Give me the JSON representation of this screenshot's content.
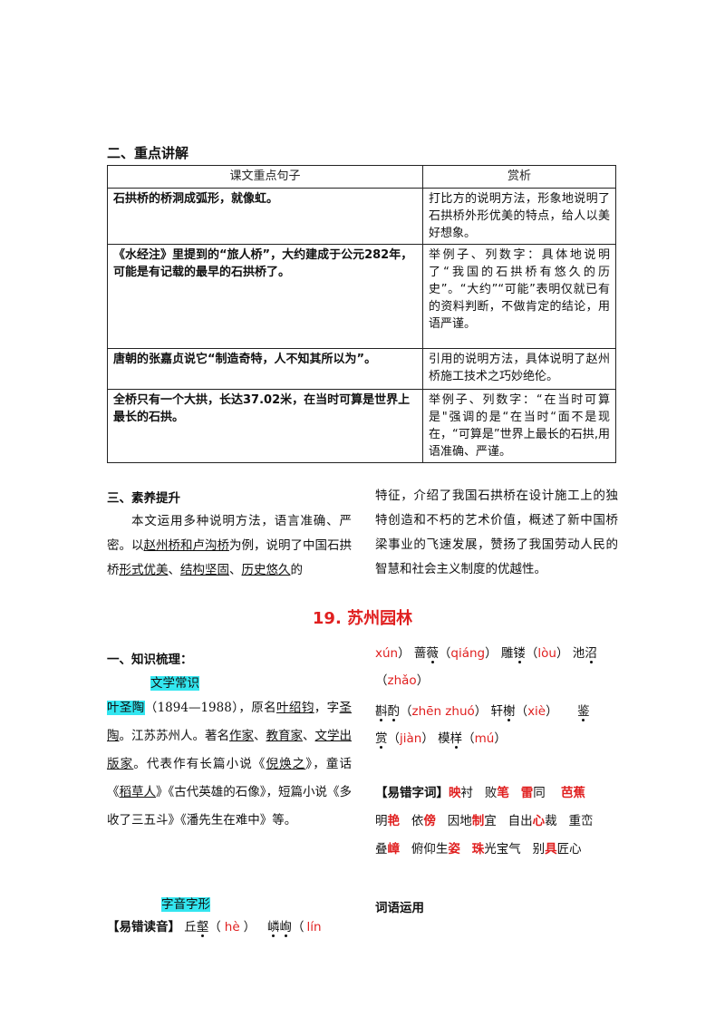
{
  "section2": {
    "heading": "二、重点讲解"
  },
  "table": {
    "col1": "课文重点句子",
    "col2": "赏析",
    "rows": [
      {
        "sentence": "石拱桥的桥洞成弧形，就像虹。",
        "analysis": "打比方的说明方法，形象地说明了石拱桥外形优美的特点，给人以美好想象。"
      },
      {
        "sentence": "《水经注》里提到的“旅人桥”，大约建成于公元282年，可能是有记载的最早的石拱桥了。",
        "analysis": "举例子、列数字：具体地说明了“我国的石拱桥有悠久的历史”。“大约”“可能”表明仅就已有的资料判断，不做肯定的结论，用语严谨。"
      },
      {
        "sentence": "唐朝的张嘉贞说它“制造奇特，人不知其所以为”。",
        "analysis": "引用的说明方法，具体说明了赵州桥施工技术之巧妙绝伦。"
      },
      {
        "sentence": "全桥只有一个大拱，长达37.02米，在当时可算是世界上最长的石拱。",
        "analysis": "举例子、列数字：“在当时可算是\"强调的是“在当时“面不是现在，“可算是”世界上最长的石拱,用语准确、严谨。"
      }
    ]
  },
  "section3": {
    "heading": "三、素养提升",
    "p1": "本文运用多种说明方法，语言准确、严密。以",
    "u1": "赵州桥和卢沟桥",
    "p2": "为例，说明了中国石拱桥",
    "u2": "形式优美",
    "sep1": "、",
    "u3": "结构坚固",
    "sep2": "、",
    "u4": "历史悠久",
    "p3": "的",
    "right": "特征，介绍了我国石拱桥在设计施工上的独特创造和不朽的艺术价值，概述了新中国桥梁事业的飞速发展，赞扬了我国劳动人民的智慧和社会主义制度的优越性。"
  },
  "lesson": {
    "number": "19.",
    "title": "苏州园林"
  },
  "knowledge": {
    "heading": "一、知识梳理：",
    "literary_label": "文学常识",
    "author": "叶圣陶",
    "bio1": "（1894—1988），原名",
    "orig_name": "叶绍钧",
    "bio2": "，字",
    "style_name": "圣陶",
    "bio3": "。江苏苏州人。著名",
    "t1": "作家",
    "bsep1": "、",
    "t2": "教育家",
    "bsep2": "、",
    "t3": "文学出版家",
    "bio4": "。代表作有长篇小说《",
    "w1": "倪焕之",
    "bio5": "》，童话《",
    "w2": "稻草人",
    "bio6": "》《古代英雄的石像》，短篇小说《多收了三五斗》《潘先生在难中》等。",
    "zyzx_label": "字音字形",
    "pron_label": "【易错读音】",
    "p_a1": "丘",
    "p_a2": "壑",
    "p_a3": "（",
    "p_a4": "hè",
    "p_a5": "）",
    "p_b1": "嶙",
    "p_b2": "峋",
    "p_b3": "（",
    "p_b4": "lín"
  },
  "right_col": {
    "line1_p1": "xún",
    "line1_p2": "）  蔷",
    "line1_p3": "薇",
    "line1_p4": "（",
    "line1_p5": "qiáng",
    "line1_p6": "）  雕",
    "line1_p7": "镂",
    "line1_p8": "（",
    "line1_p9": "lòu",
    "line1_p10": "）  池",
    "line1_p11": "沼",
    "line2_p1": "（",
    "line2_p2": "zhǎo",
    "line2_p3": "）",
    "line3_p1": "斟",
    "line3_p2": "酌",
    "line3_p3": "（",
    "line3_p4": "zhēn zhuó",
    "line3_p5": "）   轩",
    "line3_p6": "榭",
    "line3_p7": "（",
    "line3_p8": "xiè",
    "line3_p9": "）",
    "line3_p10": "鉴",
    "line4_p1": "赏",
    "line4_p2": "（",
    "line4_p3": "jiàn",
    "line4_p4": "）   模",
    "line4_p5": "样",
    "line4_p6": "（",
    "line4_p7": "mú",
    "line4_p8": "）",
    "err_label": "【易错字词】",
    "e1": "映",
    "e2": "衬   败",
    "e3": "笔",
    "e4": "   ",
    "e5": "雷",
    "e6": "同    ",
    "e7": "芭蕉",
    "e8": "明",
    "e9": "艳",
    "e10": "   依",
    "e11": "傍",
    "e12": "   因地",
    "e13": "制",
    "e14": "宜   自出",
    "e15": "心",
    "e16": "裁   重峦",
    "e17": "叠",
    "e18": "嶂",
    "e19": "   俯仰生",
    "e20": "姿",
    "e21": "   ",
    "e22": "珠",
    "e23": "光宝气   别",
    "e24": "具",
    "e25": "匠心",
    "usage_heading": "词语运用"
  }
}
